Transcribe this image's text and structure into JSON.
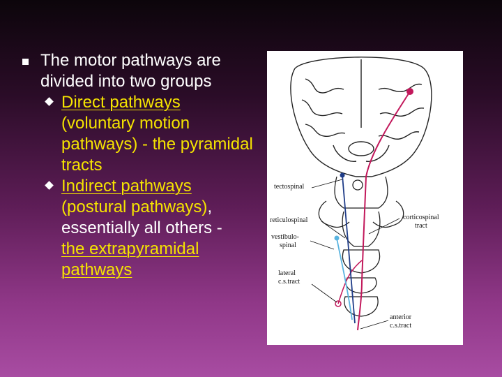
{
  "bullet_text": {
    "main": "The motor pathways are divided into two groups",
    "direct_a": "Direct pathways",
    "direct_b": "(voluntary motion pathways) - the pyramidal tracts",
    "indirect_a": "Indirect pathways",
    "indirect_b": "(postural pathways)",
    "indirect_c": ",",
    "indirect_d": "essentially all others -",
    "indirect_e": "the extrapyramidal pathways"
  },
  "figure_labels": {
    "tectospinal": "tectospinal",
    "reticulospinal": "reticulospinal",
    "vestibulo": "vestibulo-",
    "spinal": "spinal",
    "lateral": "lateral",
    "lateral_cs": "c.s.tract",
    "corticospinal": "corticospinal",
    "tract": "tract",
    "anterior": "anterior",
    "anterior_cs": "c.s.tract"
  },
  "colors": {
    "text_white": "#ffffff",
    "text_yellow": "#f5e400",
    "corticospinal_tract": "#c2185b",
    "tectospinal_tract": "#1f3c88",
    "vestibulospinal_tract": "#5ab4e0"
  }
}
